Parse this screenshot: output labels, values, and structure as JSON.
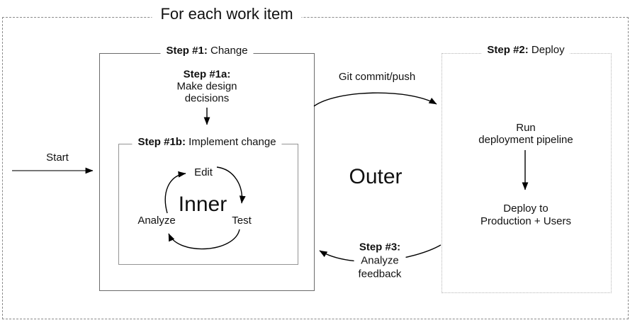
{
  "title": "For each work item",
  "labels": {
    "start": "Start",
    "outer": "Outer",
    "inner": "Inner",
    "git": "Git commit/push"
  },
  "step1": {
    "bold": "Step #1:",
    "rest": " Change"
  },
  "step1a": {
    "bold": "Step #1a:",
    "line1": "Make design",
    "line2": "decisions"
  },
  "step1b": {
    "bold": "Step #1b:",
    "rest": " Implement change"
  },
  "cycle": {
    "top": "Edit",
    "right": "Test",
    "left": "Analyze"
  },
  "step2": {
    "bold": "Step #2:",
    "rest": " Deploy",
    "pipeline_line1": "Run",
    "pipeline_line2": "deployment pipeline",
    "deploy_line1": "Deploy to",
    "deploy_line2": "Production + Users"
  },
  "step3": {
    "bold": "Step #3:",
    "line1": "Analyze",
    "line2": "feedback"
  },
  "colors": {
    "background": "#ffffff",
    "text": "#111111",
    "arrow": "#000000",
    "outer_border": "#8a8a8a",
    "step1_border": "#6b6b6b",
    "step1b_border": "#949494",
    "step2_border": "#b4b4b4"
  }
}
